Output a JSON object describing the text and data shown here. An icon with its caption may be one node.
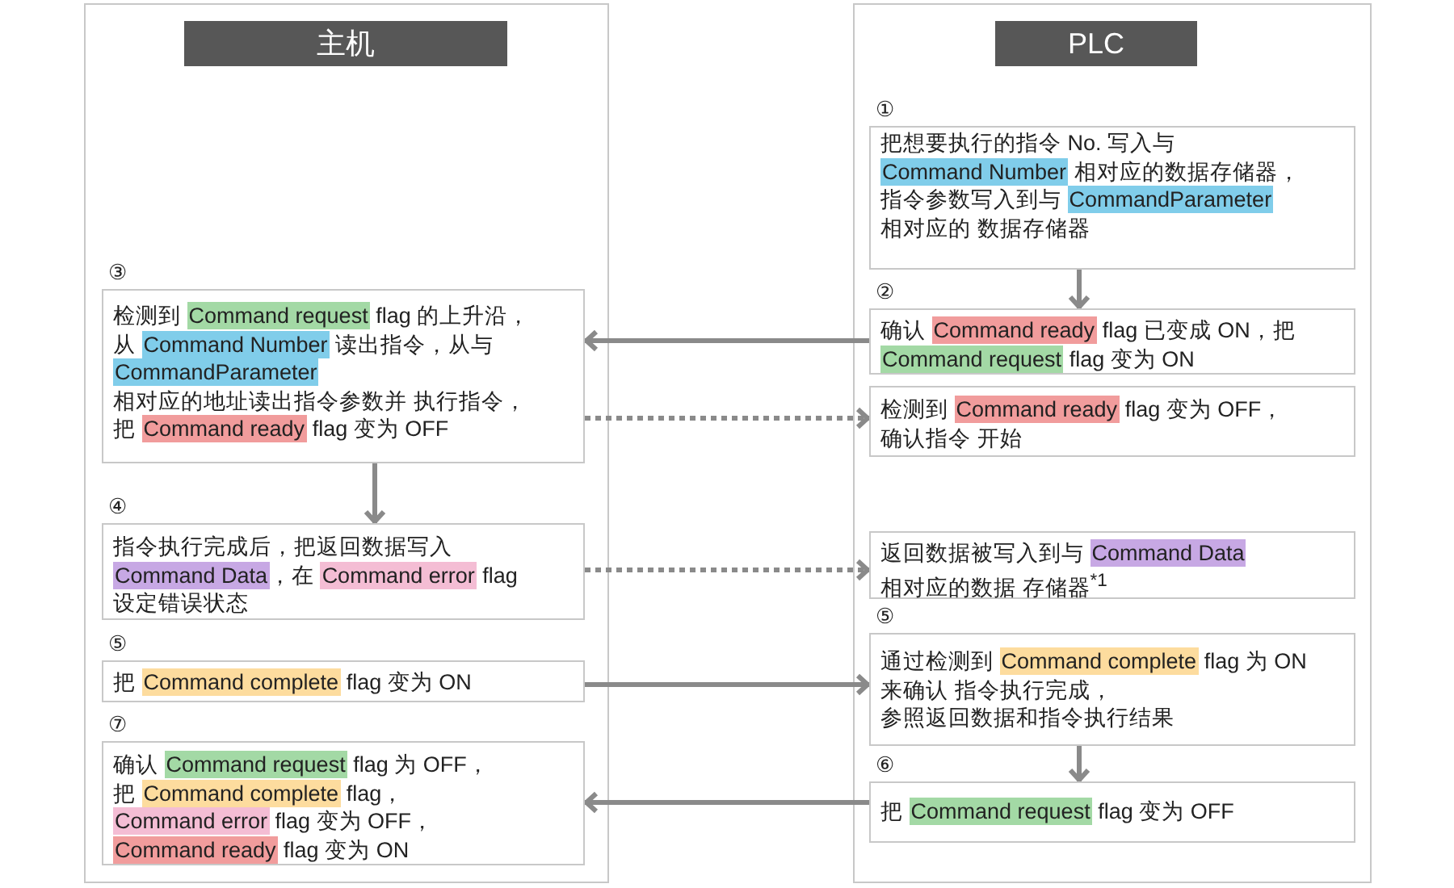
{
  "diagram": {
    "nodes": [
      {
        "text": [
          "主机"
        ]
      },
      {
        "text": [
          "PLC"
        ]
      },
      {
        "text": [
          "①",
          "把想要执行的指令 No. 写入与 Command Number 相对应的数据存储器，指令参数写入到与 CommandParameter 相对应的 数据存储器"
        ],
        "in": 1
      },
      {
        "text": [
          "②",
          "确认 Command ready flag 已变成 ON，把 Command request flag 变为 ON"
        ],
        "in": 1
      },
      {
        "text": [
          "③",
          "检测到 Command request flag 的上升沿，从 Command Number 读出指令，从与 CommandParameter 相对应的地址读出指令参数并 执行指令，把 Command ready flag 变为 OFF"
        ],
        "in": 0
      },
      {
        "text": [
          "检测到 Command ready flag 变为 OFF，确认指令 开始"
        ],
        "in": 1
      },
      {
        "text": [
          "④",
          "指令执行完成后，把返回数据写入 Command Data，在 Command error flag 设定错误状态"
        ],
        "in": 0
      },
      {
        "text": [
          "返回数据被写入到与 Command Data 相对应的数据 存储器$^{*1}$"
        ],
        "in": 1
      },
      {
        "text": [
          "⑤",
          "把 Command complete flag 变为 ON"
        ],
        "in": 0
      },
      {
        "text": [
          "⑤",
          "通过检测到 Command complete flag 为 ON 来确认 指令执行完成，参照返回数据和指令执行结果"
        ],
        "in": 1
      },
      {
        "text": [
          "⑥",
          "把 Command request flag 变为 OFF"
        ],
        "in": 1
      },
      {
        "text": [
          "⑦",
          "确认 Command request flag 为 OFF，把 Command complete flag，Command error flag 变为 OFF，Command ready flag 变为 ON"
        ],
        "in": 0
      }
    ],
    "edges": [
      {
        "from": 2,
        "to": 3,
        "arrow": "to"
      },
      {
        "from": 3,
        "to": 4,
        "arrow": "to"
      },
      {
        "from": 4,
        "to": 5,
        "arrow": "to",
        "style": "dashed"
      },
      {
        "from": 4,
        "to": 6,
        "arrow": "to"
      },
      {
        "from": 6,
        "to": 7,
        "arrow": "to",
        "style": "dashed"
      },
      {
        "from": 8,
        "to": 9,
        "arrow": "to"
      },
      {
        "from": 9,
        "to": 10,
        "arrow": "to"
      },
      {
        "from": 10,
        "to": 11,
        "arrow": "to"
      }
    ]
  }
}
